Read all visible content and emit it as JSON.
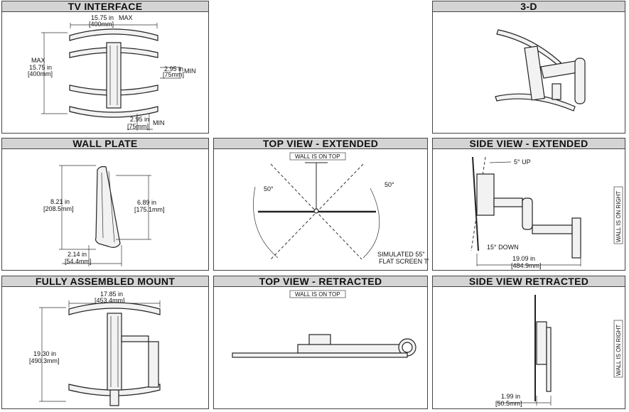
{
  "panels": {
    "tv_interface": {
      "title": "TV INTERFACE",
      "width_top": "15.75 in",
      "width_top_suffix": "MAX",
      "width_top_mm": "[400mm]",
      "height_prefix": "MAX",
      "height_in": "15.75 in",
      "height_mm": "[400mm]",
      "vmin_in": "2.95 in",
      "vmin_mm": "[75mm]",
      "vmin_suffix": "MIN",
      "hmin_in": "2.95 in",
      "hmin_mm": "[75mm]",
      "hmin_suffix": "MIN"
    },
    "three_d": {
      "title": "3-D"
    },
    "wall_plate": {
      "title": "WALL PLATE",
      "height_in": "8.21 in",
      "height_mm": "[208.5mm]",
      "inner_in": "6.89 in",
      "inner_mm": "[175.1mm]",
      "width_in": "2.14 in",
      "width_mm": "[54.4mm]"
    },
    "top_extended": {
      "title": "TOP VIEW - EXTENDED",
      "wall_note": "WALL IS ON TOP",
      "angle_left": "50°",
      "angle_right": "50°",
      "tv_note_1": "SIMULATED 55\"",
      "tv_note_2": "FLAT SCREEN TV"
    },
    "side_extended": {
      "title": "SIDE VIEW - EXTENDED",
      "tilt_up": "5° UP",
      "tilt_down": "15° DOWN",
      "depth_in": "19.09 in",
      "depth_mm": "[484.9mm]",
      "wall_note": "WALL IS ON RIGHT"
    },
    "fully_assembled": {
      "title": "FULLY ASSEMBLED MOUNT",
      "width_in": "17.85 in",
      "width_mm": "[453.4mm]",
      "height_in": "19.30 in",
      "height_mm": "[490.3mm]"
    },
    "top_retracted": {
      "title": "TOP VIEW - RETRACTED",
      "wall_note": "WALL IS ON TOP"
    },
    "side_retracted": {
      "title": "SIDE VIEW RETRACTED",
      "depth_in": "1.99 in",
      "depth_mm": "[50.5mm]",
      "wall_note": "WALL IS ON RIGHT"
    }
  }
}
